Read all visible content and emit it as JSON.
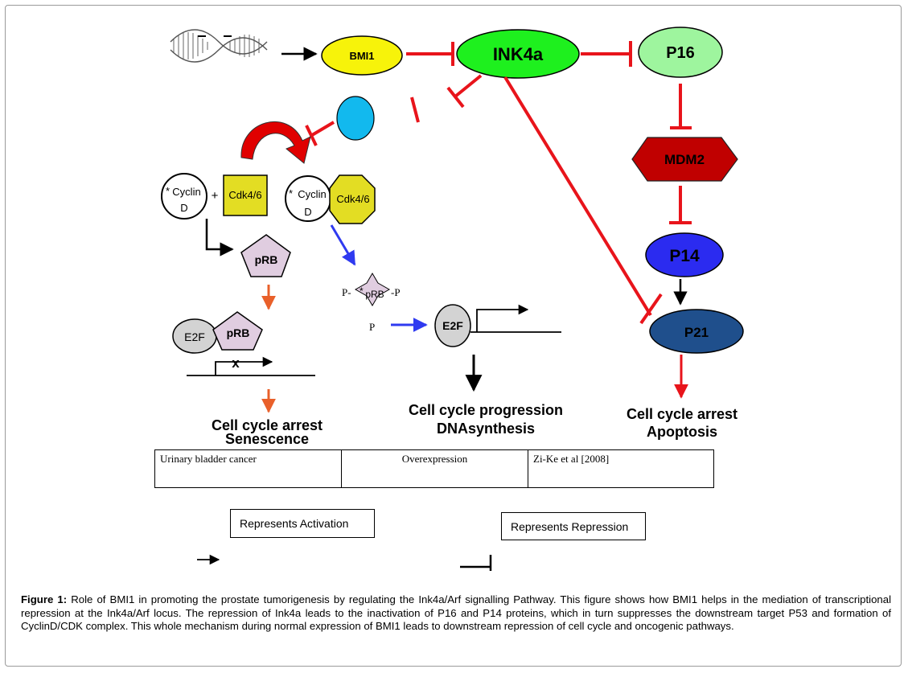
{
  "nodes": {
    "bmi1": "BMI1",
    "ink4a": "INK4a",
    "p16": "P16",
    "mdm2": "MDM2",
    "p14": "P14",
    "p21": "P21",
    "cyclin_d_1": "Cyclin",
    "cyclin_d_1_sub": "D",
    "cdk46_1": "Cdk4/6",
    "cyclin_d_2": "Cyclin",
    "cyclin_d_2_sub": "D",
    "cdk46_2": "Cdk4/6",
    "prb_1": "pRB",
    "prb_2": "pRB",
    "prb_phos": "pRB",
    "e2f_1": "E2F",
    "e2f_2": "E2F",
    "plus": "+",
    "star": "*",
    "p_label": "P",
    "p_left": "P-",
    "p_right": "-P",
    "blocked": "x"
  },
  "outcomes": {
    "arrest_senescence_1": "Cell cycle arrest",
    "arrest_senescence_2": "Senescence",
    "progression_1": "Cell cycle progression",
    "progression_2": "DNAsynthesis",
    "arrest_apoptosis_1": "Cell cycle arrest",
    "arrest_apoptosis_2": "Apoptosis"
  },
  "table": {
    "rows": [
      [
        "Urinary bladder cancer",
        "Overexpression",
        "Zi-Ke et al [2008]"
      ]
    ]
  },
  "legend": {
    "activation": "Represents Activation",
    "repression": "Represents Repression"
  },
  "caption": {
    "label": "Figure 1:",
    "text": " Role of BMI1 in promoting the prostate tumorigenesis by regulating the Ink4a/Arf signalling Pathway. This figure shows how BMI1 helps in the mediation of transcriptional repression at the Ink4a/Arf locus. The repression of Ink4a leads to the inactivation of P16 and P14 proteins, which in turn suppresses the downstream target P53 and formation of CyclinD/CDK complex. This whole mechanism during normal expression of BMI1 leads to downstream repression of cell cycle and oncogenic pathways."
  },
  "colors": {
    "repression": "#e8141b",
    "activation_blue": "#2f3af0",
    "activation_orange": "#e9602a",
    "bmi1": "#f7f30a",
    "ink4a": "#1ef01e",
    "p16": "#9ef59e",
    "mdm2": "#c00000",
    "p14": "#2b2bf0",
    "p21": "#1f4f8c",
    "cdk": "#e3dd23",
    "prb": "#e0cde0",
    "e2f": "#d3d3d3",
    "unknown_blob": "#12b9ee"
  },
  "icons": [
    "dna-helix-icon"
  ]
}
